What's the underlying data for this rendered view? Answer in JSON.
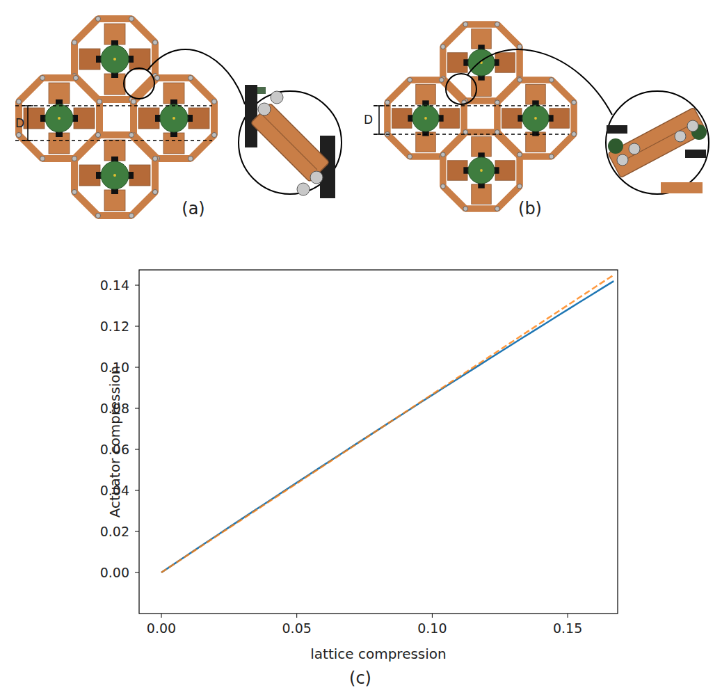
{
  "diagram": {
    "labels": [
      "D",
      "(a)",
      "D",
      "(b)",
      "0.14",
      "0.12",
      "0.10",
      "0.08",
      "0.06",
      "0.04",
      "0.02",
      "0.00",
      "0.00",
      "0.05",
      "0.10",
      "0.15",
      "Actuator compression",
      "lattice compression",
      "(c)"
    ]
  }
}
